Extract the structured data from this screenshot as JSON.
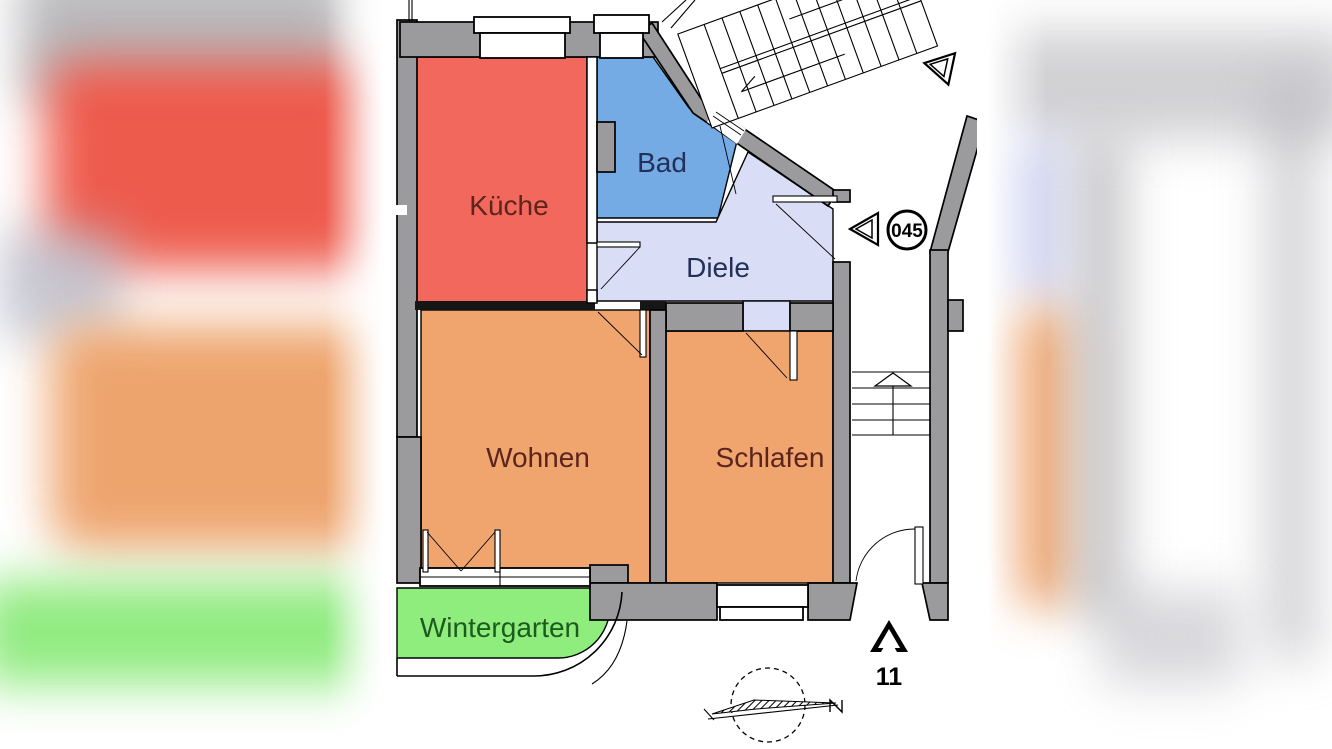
{
  "floorplan": {
    "rooms": [
      {
        "name": "Küche",
        "fill": "#f3685c",
        "text": "#5b241c"
      },
      {
        "name": "Bad",
        "fill": "#74abe4",
        "text": "#233058"
      },
      {
        "name": "Diele",
        "fill": "#d9def6",
        "text": "#233058"
      },
      {
        "name": "Wohnen",
        "fill": "#f0a46e",
        "text": "#5b241c"
      },
      {
        "name": "Schlafen",
        "fill": "#f0a46e",
        "text": "#5b241c"
      },
      {
        "name": "Wintergarten",
        "fill": "#8fed7e",
        "text": "#1d5a1d"
      }
    ],
    "labels": {
      "apartment_number": "045",
      "camera_position": "11"
    },
    "palette": {
      "wall": "#9b9b9e",
      "outline": "#000000",
      "accent_red": "#9e221c",
      "paper": "#ffffff"
    }
  }
}
